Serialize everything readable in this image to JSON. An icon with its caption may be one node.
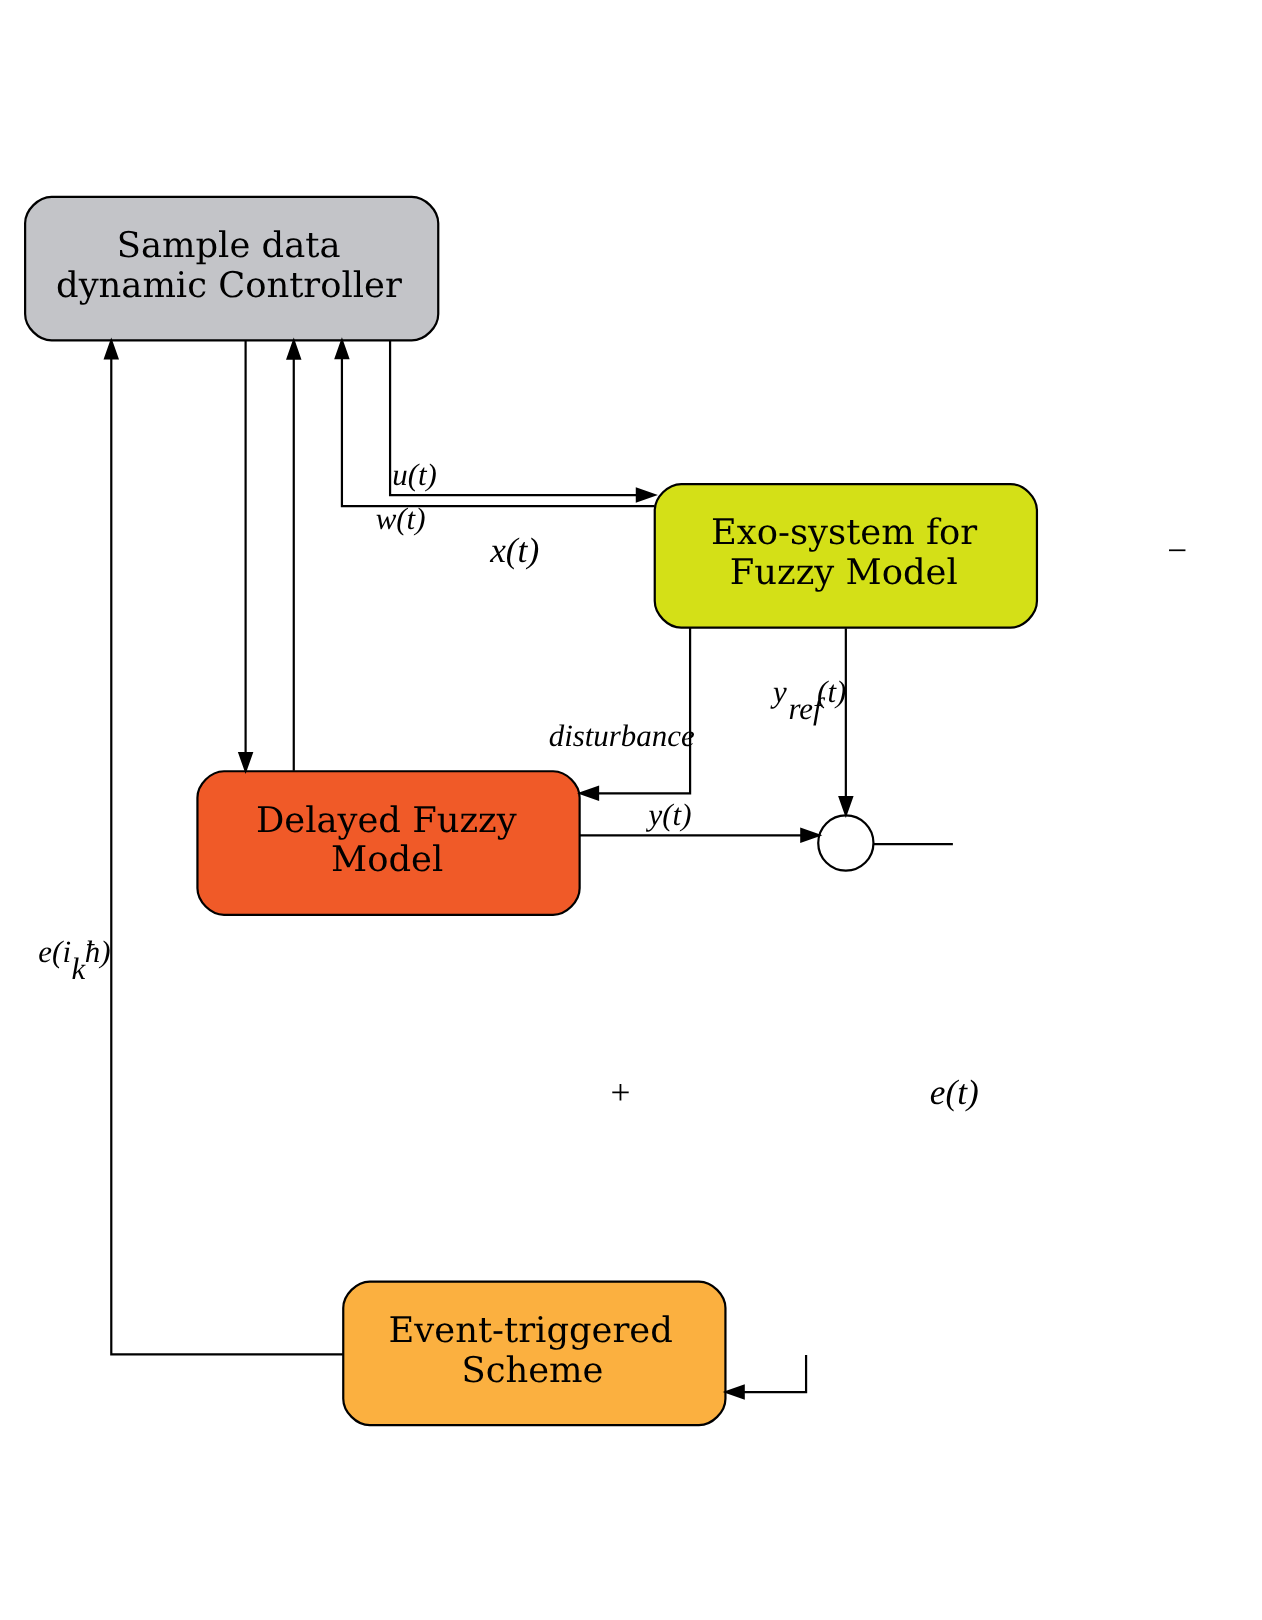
{
  "diagram": {
    "nodes": [
      {
        "text": [
          "Sample data dynamic Controller"
        ]
      },
      {
        "text": [
          "Exo-system for Fuzzy Model"
        ]
      },
      {
        "text": [
          "Delayed Fuzzy Model"
        ]
      },
      {
        "text": [
          "Event-triggered Scheme"
        ]
      },
      {
        "text": [],
        "shape": "circle"
      }
    ],
    "edges": [
      {
        "from": 1,
        "to": 0,
        "arrow": "to",
        "label": "w(t)"
      },
      {
        "from": 0,
        "to": 1,
        "arrow": "to",
        "label": "u(t)"
      },
      {
        "from": 0,
        "to": 2,
        "arrow": "to"
      },
      {
        "from": 1,
        "to": 2,
        "arrow": "to",
        "label": "disturbance"
      },
      {
        "from": 2,
        "to": 0,
        "arrow": "to"
      },
      {
        "from": 1,
        "to": 4,
        "arrow": "to",
        "label": "y$_{ref}$(t)"
      },
      {
        "from": 2,
        "to": 4,
        "arrow": "to",
        "label": "y(t)"
      },
      {
        "from": 4,
        "to": null,
        "arrow": "none"
      },
      {
        "from": null,
        "to": 3,
        "arrow": "to"
      },
      {
        "from": 3,
        "to": 0,
        "arrow": "to",
        "label": "e(i$_{k}$ħ)"
      }
    ],
    "labels": [
      "−",
      "+",
      "x(t)",
      "e(t)"
    ]
  }
}
